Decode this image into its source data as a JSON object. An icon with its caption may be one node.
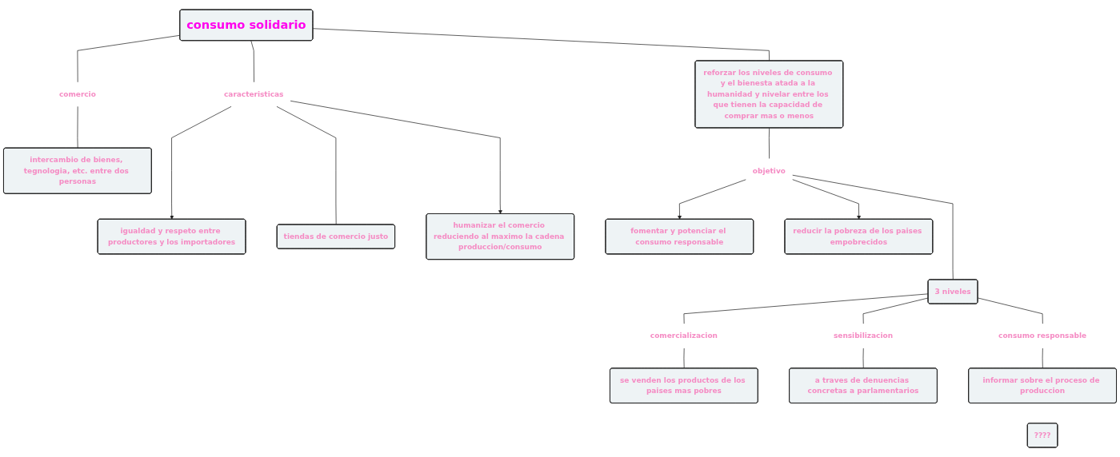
{
  "diagram": {
    "nodes": [
      {
        "text": [
          "consumo solidario"
        ]
      },
      {
        "text": [
          "comercio"
        ]
      },
      {
        "text": [
          "intercambio de bienes, tegnologia, etc. entre dos personas"
        ]
      },
      {
        "text": [
          "caracteristicas"
        ]
      },
      {
        "text": [
          "igualdad y respeto entre productores y los importadores"
        ]
      },
      {
        "text": [
          "tiendas de comercio justo"
        ]
      },
      {
        "text": [
          "humanizar el comercio reduciendo al maximo la cadena produccion/consumo"
        ]
      },
      {
        "text": [
          "reforzar los niveles de consumo y el bienesta atada a la humanidad y nivelar entre los que tienen la capacidad de comprar mas o menos"
        ]
      },
      {
        "text": [
          "objetivo"
        ]
      },
      {
        "text": [
          "fomentar y potenciar el consumo responsable"
        ]
      },
      {
        "text": [
          "reducir la pobreza de los paises empobrecidos"
        ]
      },
      {
        "text": [
          "3 niveles"
        ]
      },
      {
        "text": [
          "comercializacion"
        ]
      },
      {
        "text": [
          "se venden los productos de los paises mas pobres"
        ]
      },
      {
        "text": [
          "sensibilizacion"
        ]
      },
      {
        "text": [
          "a traves de denuencias concretas a parlamentarios"
        ]
      },
      {
        "text": [
          "consumo responsable"
        ]
      },
      {
        "text": [
          "informar sobre el proceso de produccion"
        ]
      },
      {
        "text": [
          "????"
        ]
      }
    ],
    "edges": [
      {
        "from": 0,
        "to": 1,
        "arrow": "none"
      },
      {
        "from": 1,
        "to": 2,
        "arrow": "none"
      },
      {
        "from": 0,
        "to": 3,
        "arrow": "none"
      },
      {
        "from": 3,
        "to": 4,
        "arrow": "to"
      },
      {
        "from": 3,
        "to": 5,
        "arrow": "none"
      },
      {
        "from": 3,
        "to": 6,
        "arrow": "to"
      },
      {
        "from": 0,
        "to": 7,
        "arrow": "none"
      },
      {
        "from": 7,
        "to": 8,
        "arrow": "none"
      },
      {
        "from": 8,
        "to": 9,
        "arrow": "to"
      },
      {
        "from": 8,
        "to": 10,
        "arrow": "to"
      },
      {
        "from": 8,
        "to": 11,
        "arrow": "none"
      },
      {
        "from": 11,
        "to": 12,
        "arrow": "none"
      },
      {
        "from": 12,
        "to": 13,
        "arrow": "none"
      },
      {
        "from": 11,
        "to": 14,
        "arrow": "none"
      },
      {
        "from": 14,
        "to": 15,
        "arrow": "none"
      },
      {
        "from": 11,
        "to": 16,
        "arrow": "none"
      },
      {
        "from": 16,
        "to": 17,
        "arrow": "none"
      }
    ]
  }
}
